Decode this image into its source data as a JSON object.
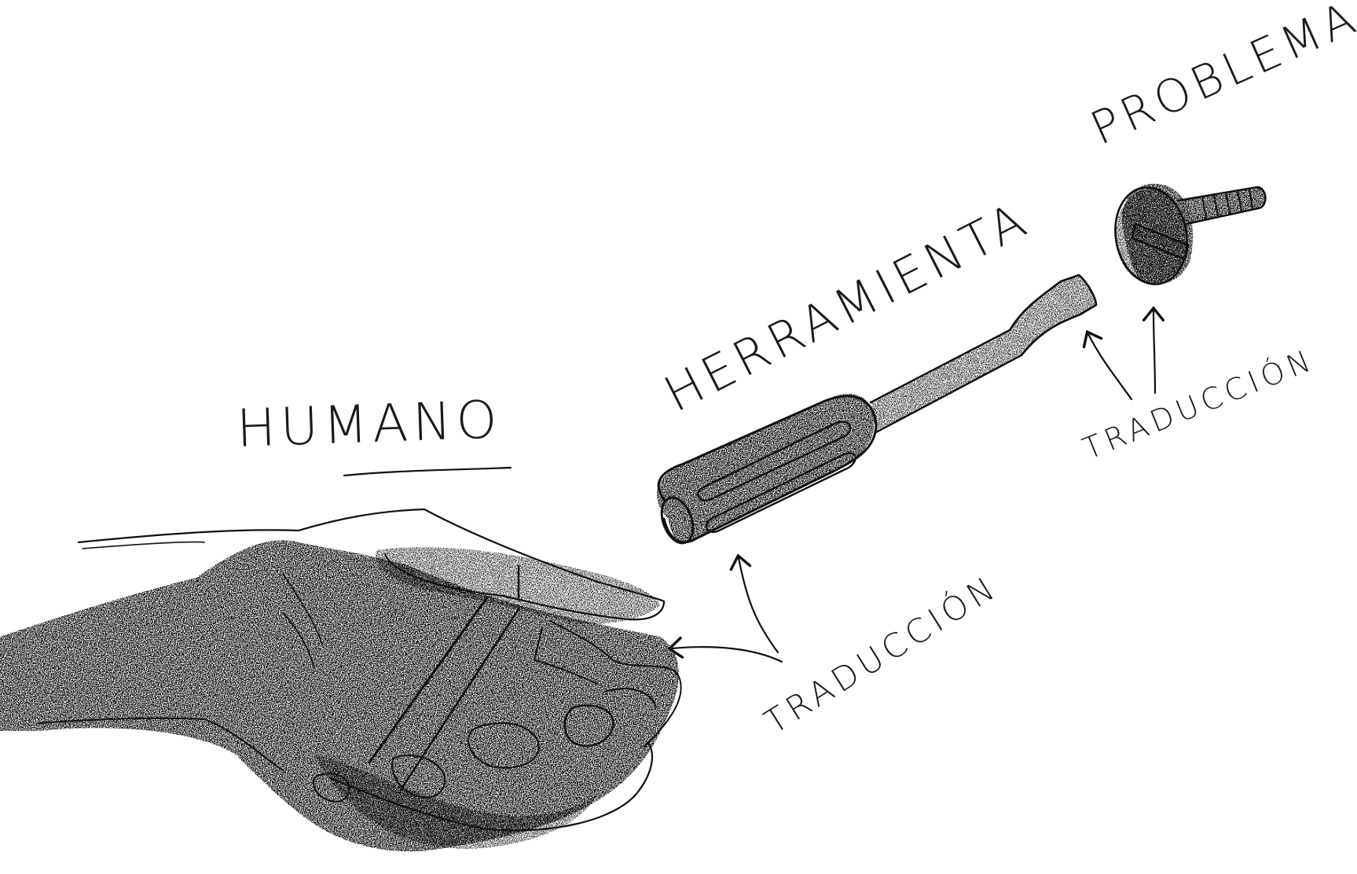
{
  "labels": {
    "human": "HUMANO",
    "tool": "HERRAMIENTA",
    "problem": "PROBLEMA",
    "translation_left": "TRADUCCIÓN",
    "translation_right": "TRADUCCIÓN"
  },
  "colors": {
    "ink": "#111111",
    "paper": "#ffffff"
  },
  "icons": [
    "hand-icon",
    "screwdriver-icon",
    "screw-icon",
    "arrow-icon"
  ]
}
